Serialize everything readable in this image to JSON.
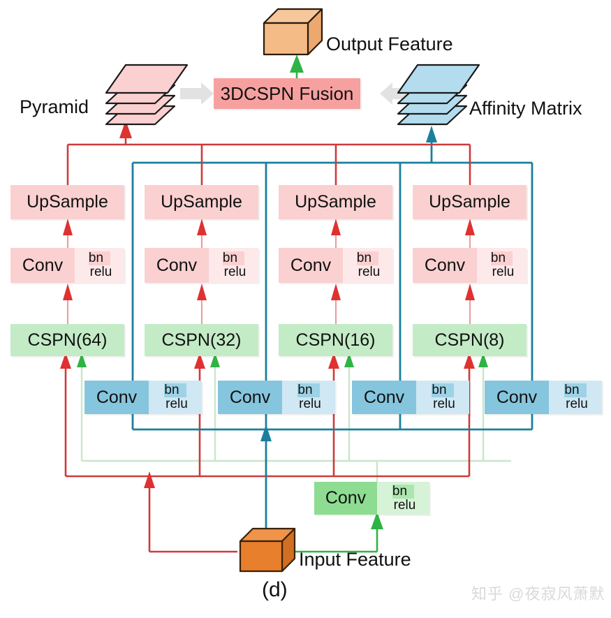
{
  "figure": {
    "caption": "(d)",
    "watermark": "知乎 @夜寂风萧默"
  },
  "top": {
    "output_feature_label": "Output Feature",
    "fusion_label": "3DCSPN Fusion",
    "pyramid_label": "Pyramid",
    "affinity_label": "Affinity Matrix"
  },
  "bottom": {
    "input_feature_label": "Input Feature"
  },
  "columns": [
    {
      "upsample": "UpSample",
      "conv": "Conv",
      "bn": "bn",
      "relu": "relu",
      "cspn": "CSPN(64)",
      "blue_conv": "Conv",
      "blue_bn": "bn",
      "blue_relu": "relu"
    },
    {
      "upsample": "UpSample",
      "conv": "Conv",
      "bn": "bn",
      "relu": "relu",
      "cspn": "CSPN(32)",
      "blue_conv": "Conv",
      "blue_bn": "bn",
      "blue_relu": "relu"
    },
    {
      "upsample": "UpSample",
      "conv": "Conv",
      "bn": "bn",
      "relu": "relu",
      "cspn": "CSPN(16)",
      "blue_conv": "Conv",
      "blue_bn": "bn",
      "blue_relu": "relu"
    },
    {
      "upsample": "UpSample",
      "conv": "Conv",
      "bn": "bn",
      "relu": "relu",
      "cspn": "CSPN(8)",
      "blue_conv": "Conv",
      "blue_bn": "bn",
      "blue_relu": "relu"
    }
  ],
  "stem": {
    "conv": "Conv",
    "bn": "bn",
    "relu": "relu"
  },
  "colors": {
    "pink_block": "#fbd0d0",
    "pink_light": "#fde9e9",
    "fusion_pink": "#f7a0a0",
    "green_block": "#c3ebc6",
    "green_strong": "#8ddc92",
    "blue_block": "#86c5de",
    "blue_light": "#cfe8f3",
    "cube_output": "#f5bb86",
    "cube_input": "#e87f2d",
    "wire_red": "#d62728",
    "wire_teal": "#1f7a99",
    "wire_green": "#2ca02c",
    "wire_green_pale": "#c9e6c9",
    "gray_arrow": "#e2e2e2",
    "text": "#111111",
    "watermark": "#d9d9d9"
  }
}
